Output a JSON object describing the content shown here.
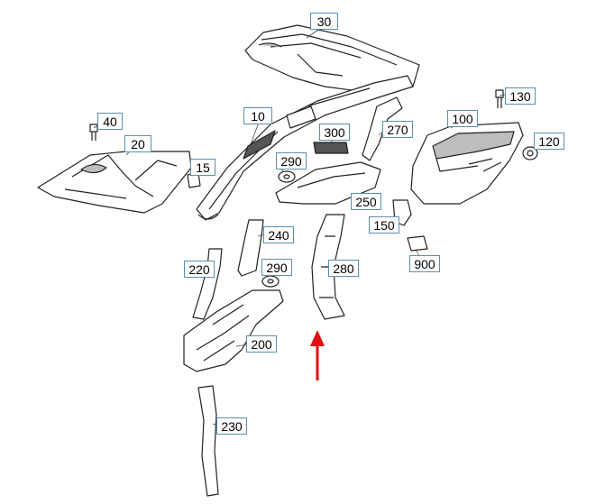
{
  "diagram": {
    "labels": {
      "p10": "10",
      "p15": "15",
      "p20": "20",
      "p30": "30",
      "p40": "40",
      "p100": "100",
      "p120": "120",
      "p130": "130",
      "p150": "150",
      "p200": "200",
      "p220": "220",
      "p230": "230",
      "p240": "240",
      "p250": "250",
      "p270": "270",
      "p280": "280",
      "p290a": "290",
      "p290b": "290",
      "p300": "300",
      "p900": "900"
    },
    "highlight_arrow_target": "280",
    "colors": {
      "line": "#222222",
      "fill": "#ffffff",
      "shade": "#bdbdbd",
      "callout_border": "#5a8fb0",
      "arrow": "#e01010"
    }
  }
}
